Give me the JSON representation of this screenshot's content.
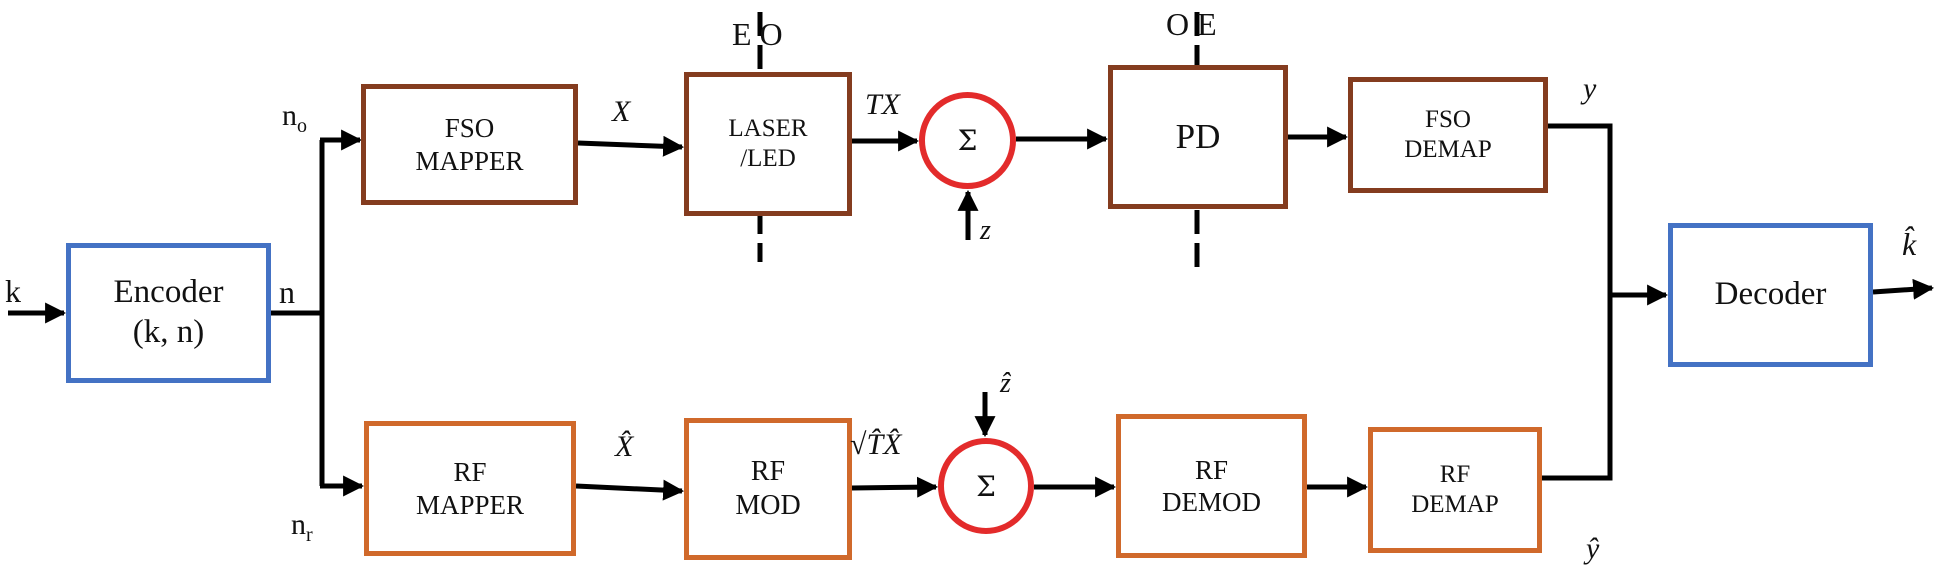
{
  "colors": {
    "encoder_border": "#4472C4",
    "fso_border": "#843C1F",
    "rf_border": "#D0692B",
    "sum_border": "#E32B2B",
    "line": "#000000"
  },
  "blocks": {
    "encoder": {
      "line1": "Encoder",
      "line2": "(k, n)"
    },
    "fso_mapper": {
      "line1": "FSO",
      "line2": "MAPPER"
    },
    "laser": {
      "line1": "LASER",
      "line2": "/LED"
    },
    "pd": {
      "label": "PD"
    },
    "fso_demap": {
      "line1": "FSO",
      "line2": "DEMAP"
    },
    "decoder": {
      "label": "Decoder"
    },
    "rf_mapper": {
      "line1": "RF",
      "line2": "MAPPER"
    },
    "rf_mod": {
      "line1": "RF",
      "line2": "MOD"
    },
    "rf_demod": {
      "line1": "RF",
      "line2": "DEMOD"
    },
    "rf_demap": {
      "line1": "RF",
      "line2": "DEMAP"
    }
  },
  "sums": {
    "fso_sum": "Σ",
    "rf_sum": "Σ"
  },
  "labels": {
    "k_in": "k",
    "n": "n",
    "n_o": "n",
    "n_o_sub": "o",
    "n_r": "n",
    "n_r_sub": "r",
    "X": "X",
    "TX": "TX",
    "z": "z",
    "y": "y",
    "k_hat": "k̂",
    "X_hat": "X̂",
    "sqrtT_X_hat": "√T̂X̂",
    "z_hat": "ẑ",
    "y_hat": "ŷ",
    "eo": "E O",
    "oe": "O E"
  }
}
